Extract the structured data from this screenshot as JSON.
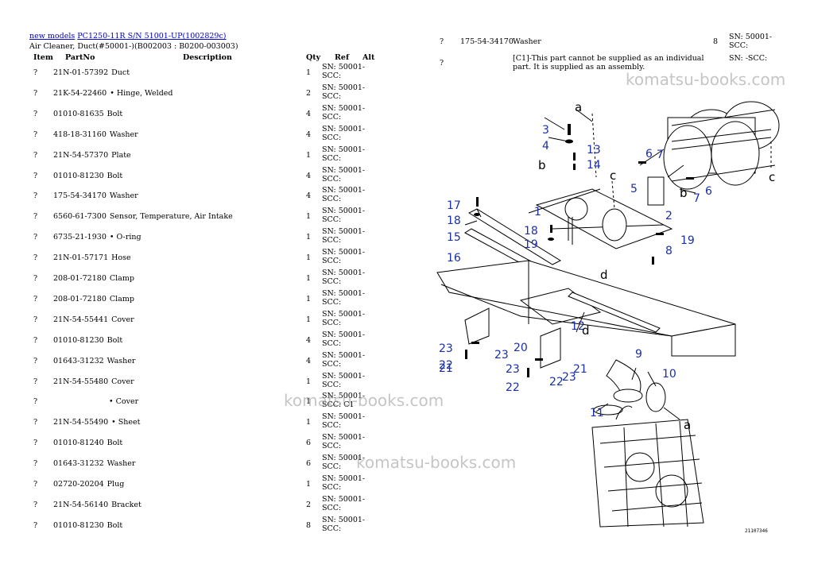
{
  "breadcrumb": {
    "link1": "new models",
    "link2": "PC1250-11R S/N 51001-UP(1002829c)"
  },
  "subtitle": "Air Cleaner, Duct(#50001-)(B002003 : B0200-003003)",
  "headers": {
    "item": "Item",
    "partno": "PartNo",
    "description": "Description",
    "qty": "Qty",
    "ref": "Ref",
    "alt": "Alt"
  },
  "rows": [
    {
      "item": "?",
      "part": "21N-01-57392",
      "desc": "Duct",
      "qty": "1",
      "ref": "SN: 50001-SCC:"
    },
    {
      "item": "?",
      "part": "21K-54-22460",
      "desc": "• Hinge, Welded",
      "qty": "2",
      "ref": "SN: 50001-SCC:"
    },
    {
      "item": "?",
      "part": "01010-81635",
      "desc": "Bolt",
      "qty": "4",
      "ref": "SN: 50001-SCC:"
    },
    {
      "item": "?",
      "part": "418-18-31160",
      "desc": "Washer",
      "qty": "4",
      "ref": "SN: 50001-SCC:"
    },
    {
      "item": "?",
      "part": "21N-54-57370",
      "desc": "Plate",
      "qty": "1",
      "ref": "SN: 50001-SCC:"
    },
    {
      "item": "?",
      "part": "01010-81230",
      "desc": "Bolt",
      "qty": "4",
      "ref": "SN: 50001-SCC:"
    },
    {
      "item": "?",
      "part": "175-54-34170",
      "desc": "Washer",
      "qty": "4",
      "ref": "SN: 50001-SCC:"
    },
    {
      "item": "?",
      "part": "6560-61-7300",
      "desc": "Sensor, Temperature, Air Intake",
      "qty": "1",
      "ref": "SN: 50001-SCC:"
    },
    {
      "item": "?",
      "part": "6735-21-1930",
      "desc": "• O-ring",
      "qty": "1",
      "ref": "SN: 50001-SCC:"
    },
    {
      "item": "?",
      "part": "21N-01-57171",
      "desc": "Hose",
      "qty": "1",
      "ref": "SN: 50001-SCC:"
    },
    {
      "item": "?",
      "part": "208-01-72180",
      "desc": "Clamp",
      "qty": "1",
      "ref": "SN: 50001-SCC:"
    },
    {
      "item": "?",
      "part": "208-01-72180",
      "desc": "Clamp",
      "qty": "1",
      "ref": "SN: 50001-SCC:"
    },
    {
      "item": "?",
      "part": "21N-54-55441",
      "desc": "Cover",
      "qty": "1",
      "ref": "SN: 50001-SCC:"
    },
    {
      "item": "?",
      "part": "01010-81230",
      "desc": "Bolt",
      "qty": "4",
      "ref": "SN: 50001-SCC:"
    },
    {
      "item": "?",
      "part": "01643-31232",
      "desc": "Washer",
      "qty": "4",
      "ref": "SN: 50001-SCC:"
    },
    {
      "item": "?",
      "part": "21N-54-55480",
      "desc": "Cover",
      "qty": "1",
      "ref": "SN: 50001-SCC:"
    },
    {
      "item": "?",
      "part": "",
      "desc": "• Cover",
      "qty": "1",
      "ref": "SN: 50001-SCC: C1"
    },
    {
      "item": "?",
      "part": "21N-54-55490",
      "desc": "• Sheet",
      "qty": "1",
      "ref": "SN: 50001-SCC:"
    },
    {
      "item": "?",
      "part": "01010-81240",
      "desc": "Bolt",
      "qty": "6",
      "ref": "SN: 50001-SCC:"
    },
    {
      "item": "?",
      "part": "01643-31232",
      "desc": "Washer",
      "qty": "6",
      "ref": "SN: 50001-SCC:"
    },
    {
      "item": "?",
      "part": "02720-20204",
      "desc": "Plug",
      "qty": "1",
      "ref": "SN: 50001-SCC:"
    },
    {
      "item": "?",
      "part": "21N-54-56140",
      "desc": "Bracket",
      "qty": "2",
      "ref": "SN: 50001-SCC:"
    },
    {
      "item": "?",
      "part": "01010-81230",
      "desc": "Bolt",
      "qty": "8",
      "ref": "SN: 50001-SCC:"
    }
  ],
  "right": {
    "row1": {
      "item": "?",
      "part": "175-54-34170",
      "desc": "Washer",
      "qty": "8",
      "ref": "SN: 50001-SCC:"
    },
    "row2": {
      "item": "?",
      "note": "[C1]-This part cannot be supplied as an individual part. It is supplied as an assembly.",
      "ref": "SN: -SCC:"
    }
  },
  "watermark": "komatsu-books.com",
  "diagram": {
    "callouts": [
      "1",
      "2",
      "3",
      "4",
      "5",
      "6",
      "6",
      "7",
      "7",
      "8",
      "9",
      "10",
      "11",
      "12",
      "13",
      "14",
      "15",
      "16",
      "17",
      "18",
      "18",
      "19",
      "19",
      "20",
      "21",
      "21",
      "22",
      "22",
      "22",
      "23",
      "23",
      "23",
      "23"
    ],
    "letters": [
      "a",
      "a",
      "b",
      "b",
      "c",
      "c",
      "d",
      "d"
    ],
    "code": "21107346"
  }
}
